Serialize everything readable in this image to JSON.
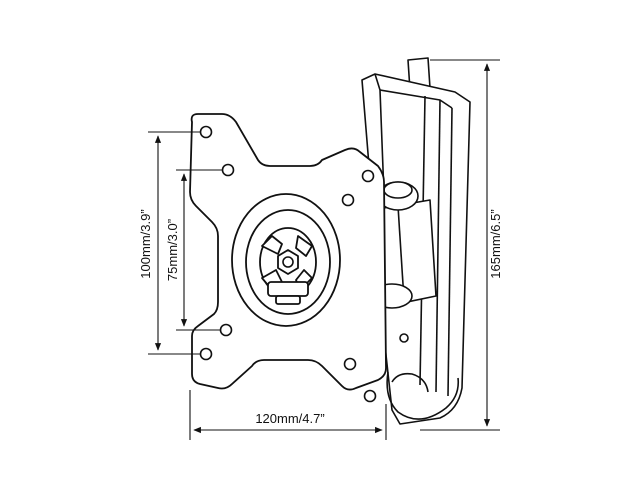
{
  "dimensions": {
    "width": "120mm/4.7”",
    "height": "165mm/6.5”",
    "vesa_large": "100mm/3.9”",
    "vesa_small": "75mm/3.0”"
  },
  "colors": {
    "line": "#111111",
    "background": "#ffffff"
  },
  "icons": {
    "arrow": "arrow-head-icon"
  }
}
